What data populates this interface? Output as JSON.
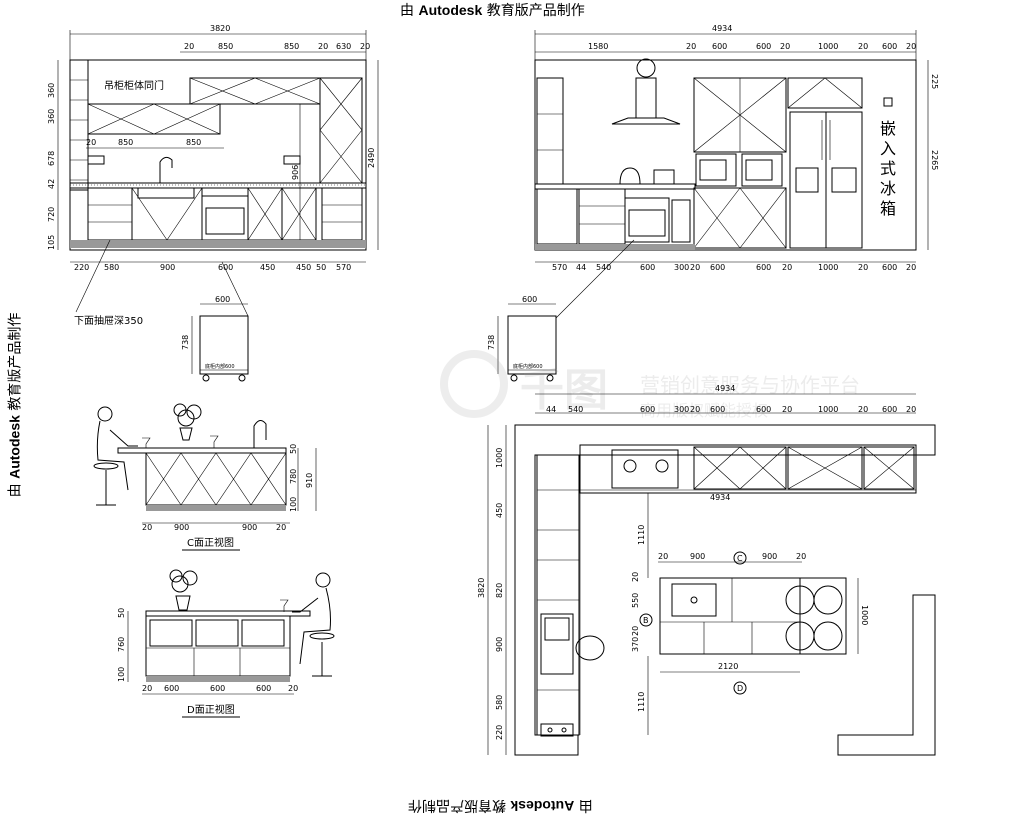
{
  "watermark": {
    "prefix": "由 ",
    "brand": "Autodesk",
    "suffix": " 教育版产品制作"
  },
  "logo": {
    "brand": "千图",
    "slogan_line1": "营销创意服务与协作平台",
    "slogan_line2": "商用版权赋能授权"
  },
  "elevation_a": {
    "total_width": "3820",
    "top_dims": [
      "20",
      "850",
      "850",
      "20",
      "630",
      "20"
    ],
    "upper_cabinet_label": "吊柜柜体同门",
    "under_upper_dims": [
      "20",
      "850",
      "850"
    ],
    "left_heights": [
      "360",
      "360",
      "678",
      "42",
      "720",
      "105"
    ],
    "right_height": "2490",
    "hood_height": "906",
    "bottom_dims": [
      "220",
      "580",
      "900",
      "600",
      "450",
      "450",
      "50",
      "570"
    ],
    "drawer_note": "下面抽屉深350",
    "small_dim": "20"
  },
  "elevation_b": {
    "total_width": "4934",
    "top_dims": [
      "1580",
      "20",
      "600",
      "600",
      "20",
      "1000",
      "20",
      "600",
      "20"
    ],
    "right_heights": [
      "225",
      "2265"
    ],
    "fridge_label": [
      "嵌",
      "入",
      "式",
      "冰",
      "箱"
    ],
    "bottom_dims": [
      "570",
      "44",
      "540",
      "600",
      "300",
      "20",
      "600",
      "600",
      "20",
      "1000",
      "20",
      "600",
      "20"
    ]
  },
  "detail_a": {
    "width": "600",
    "height": "738",
    "caption": "底柜内部600"
  },
  "detail_b": {
    "width": "600",
    "height": "738",
    "caption": "底柜内部600"
  },
  "view_c": {
    "right_dims": [
      "50",
      "780",
      "100"
    ],
    "total_height": "910",
    "bottom_dims": [
      "20",
      "900",
      "900",
      "20"
    ],
    "caption": "C面正视图"
  },
  "view_d": {
    "left_dims": [
      "50",
      "760",
      "100"
    ],
    "bottom_dims": [
      "20",
      "600",
      "600",
      "600",
      "20"
    ],
    "caption": "D面正视图"
  },
  "plan": {
    "top_total": "4934",
    "top_dims": [
      "44",
      "540",
      "600",
      "300",
      "20",
      "600",
      "600",
      "20",
      "1000",
      "20",
      "600",
      "20"
    ],
    "inner_total": "4934",
    "left_total": "3820",
    "left_dims": [
      "1000",
      "450",
      "820",
      "900",
      "580",
      "220"
    ],
    "island_dims": [
      "20",
      "900",
      "900",
      "20"
    ],
    "island_width": "2120",
    "island_depth": "1000",
    "island_side_dims": [
      "20",
      "550",
      "20",
      "370"
    ],
    "clearance": "1110",
    "markers": [
      "C",
      "B",
      "D"
    ]
  },
  "colors": {
    "line": "#000000",
    "fill": "#ffffff",
    "watermark": "#d9d9d9"
  }
}
